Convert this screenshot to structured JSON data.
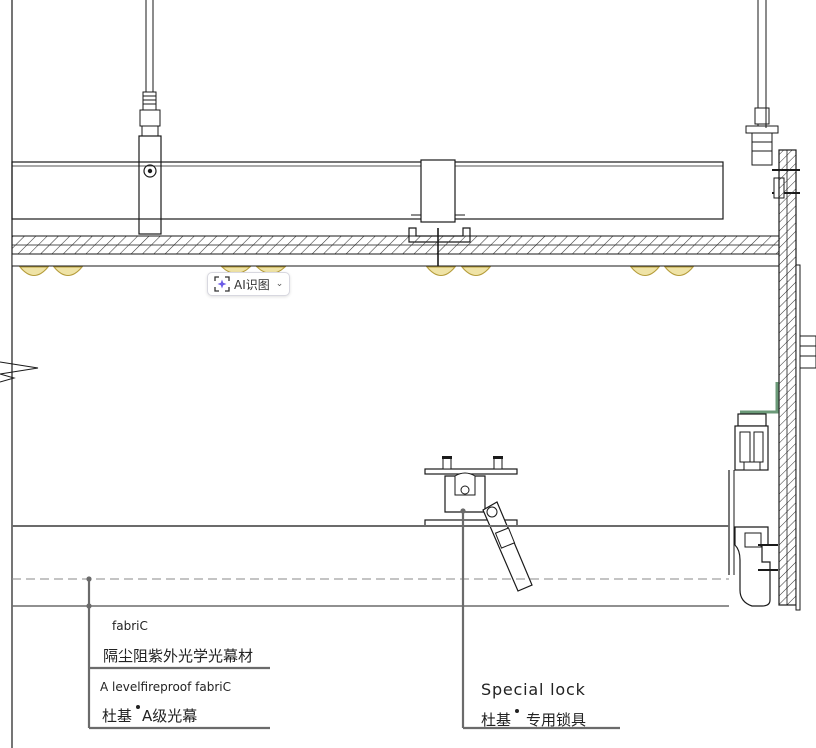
{
  "toolbar": {
    "ai_recognize_label": "AI识图",
    "ai_icon": "ai-sparkle-scan-icon",
    "dropdown_icon": "chevron-down-icon"
  },
  "annotations": {
    "fabric_en": "fabriC",
    "fabric_cn": "隔尘阻紫外光学光幕材",
    "fireproof_en": "A levelfireproof fabriC",
    "fireproof_cn_pre": "杜基",
    "fireproof_cn_post": "A级光幕",
    "lock_en": "Special lock",
    "lock_cn_pre": "杜基",
    "lock_cn_post": "专用锁具"
  },
  "colors": {
    "line": "#1a1a1a",
    "leader": "#6b6b6b",
    "light_fill": "#efe3a6",
    "light_stroke": "#b59c3a",
    "hatch": "#333333",
    "accent_green": "#6b9a78"
  }
}
